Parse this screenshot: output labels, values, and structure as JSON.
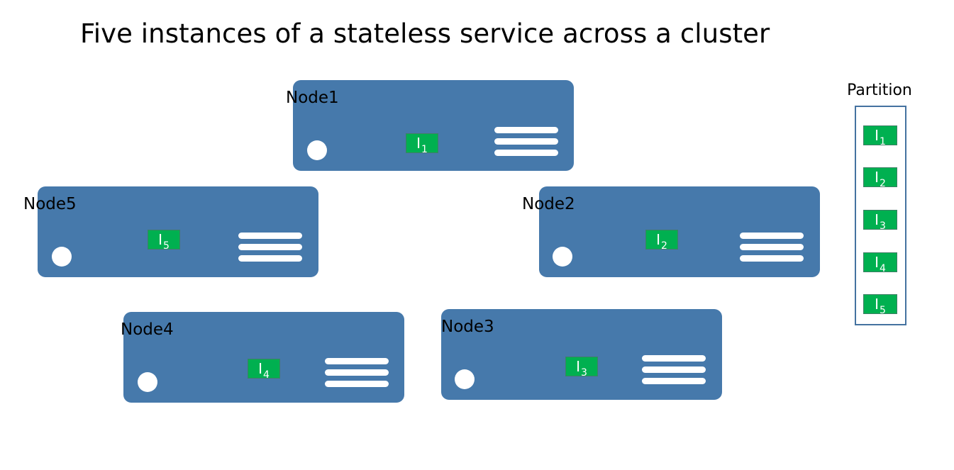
{
  "title": "Five instances of a stateless service across a cluster",
  "colors": {
    "node_fill": "#4679ab",
    "instance_fill": "#00b050",
    "partition_border": "#4472a0"
  },
  "nodes": [
    {
      "label": "Node1",
      "instance": {
        "letter": "I",
        "index": "1"
      }
    },
    {
      "label": "Node2",
      "instance": {
        "letter": "I",
        "index": "2"
      }
    },
    {
      "label": "Node3",
      "instance": {
        "letter": "I",
        "index": "3"
      }
    },
    {
      "label": "Node4",
      "instance": {
        "letter": "I",
        "index": "4"
      }
    },
    {
      "label": "Node5",
      "instance": {
        "letter": "I",
        "index": "5"
      }
    }
  ],
  "partition": {
    "title": "Partition",
    "instances": [
      {
        "letter": "I",
        "index": "1"
      },
      {
        "letter": "I",
        "index": "2"
      },
      {
        "letter": "I",
        "index": "3"
      },
      {
        "letter": "I",
        "index": "4"
      },
      {
        "letter": "I",
        "index": "5"
      }
    ]
  }
}
